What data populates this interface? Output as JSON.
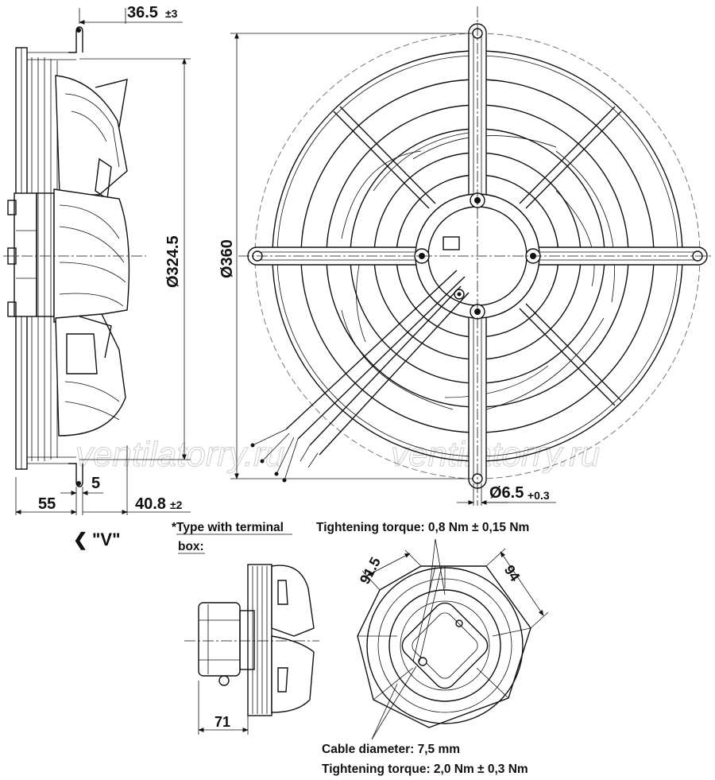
{
  "dimensions": {
    "top_offset": "36.5",
    "top_offset_tol": "±3",
    "guard_diameter": "Ø324.5",
    "overall_diameter": "Ø360",
    "hole_diameter": "Ø6.5",
    "hole_tol": "+0.3",
    "bottom_left": "55",
    "bottom_mid": "5",
    "bottom_right": "40.8",
    "bottom_right_tol": "±2",
    "terminal_depth": "71",
    "hex_left": "91.5",
    "hex_right": "94"
  },
  "view_label": "\"V\"",
  "view_arrow": "❮",
  "terminal_note_line1": "*Type with terminal",
  "terminal_note_line2": "box:",
  "torque_top": "Tightening torque: 0,8 Nm ± 0,15 Nm",
  "cable_diameter": "Cable diameter: 7,5 mm",
  "torque_bottom": "Tightening torque: 2,0 Nm ± 0,3 Nm",
  "watermark": [
    "ventilatorry.ru",
    "ventilatorry.ru"
  ]
}
